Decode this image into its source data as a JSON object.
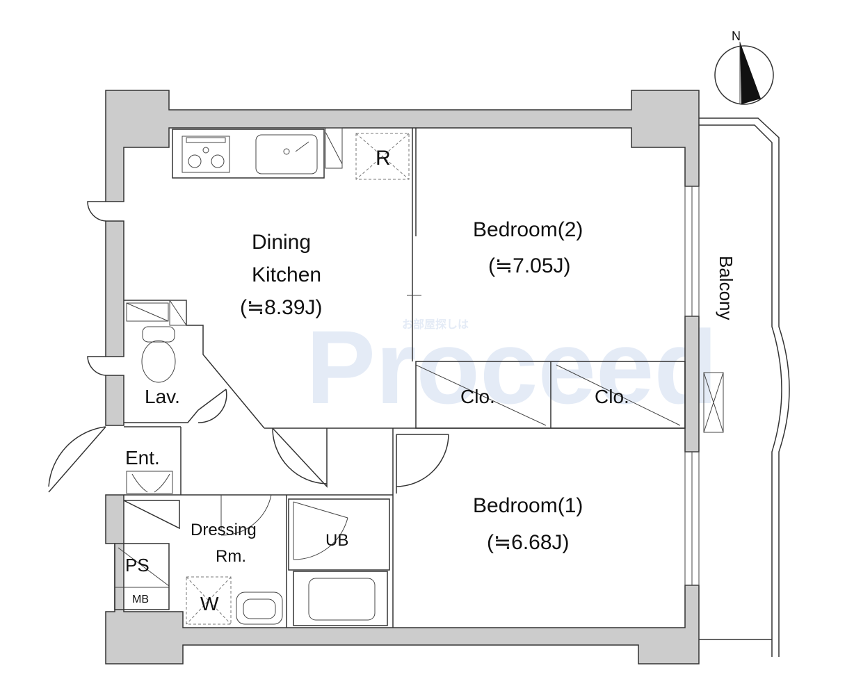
{
  "compass": {
    "north_label": "N"
  },
  "rooms": {
    "dining_kitchen": {
      "line1": "Dining",
      "line2": "Kitchen",
      "size": "(≒8.39J)"
    },
    "bedroom2": {
      "name": "Bedroom(2)",
      "size": "(≒7.05J)"
    },
    "bedroom1": {
      "name": "Bedroom(1)",
      "size": "(≒6.68J)"
    },
    "closet_left": "Clo.",
    "closet_right": "Clo.",
    "lavatory": "Lav.",
    "entrance": "Ent.",
    "dressing": {
      "line1": "Dressing",
      "line2": "Rm."
    },
    "unit_bath": "UB",
    "pipe_space": "PS",
    "meter_box": "MB",
    "washer": "W",
    "refrigerator": "R",
    "balcony": "Balcony"
  },
  "watermark": {
    "main": "Proceed",
    "sub": "お部屋探しは"
  }
}
